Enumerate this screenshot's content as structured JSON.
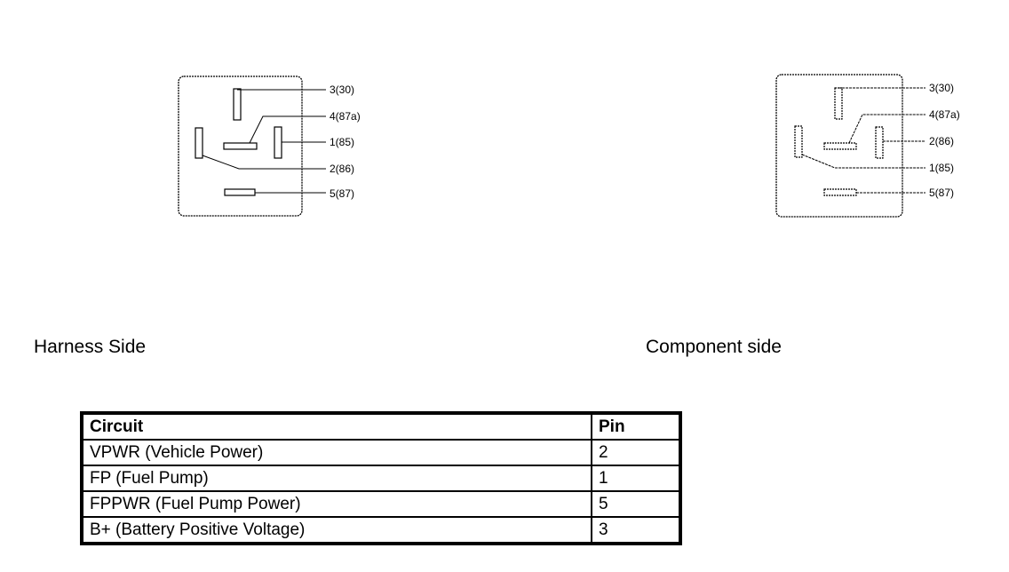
{
  "harness": {
    "caption": "Harness Side",
    "labels": [
      "3(30)",
      "4(87a)",
      "1(85)",
      "2(86)",
      "5(87)"
    ]
  },
  "component": {
    "caption": "Component side",
    "labels": [
      "3(30)",
      "4(87a)",
      "2(86)",
      "1(85)",
      "5(87)"
    ]
  },
  "table": {
    "headers": {
      "circuit": "Circuit",
      "pin": "Pin"
    },
    "rows": [
      {
        "circuit": "VPWR (Vehicle Power)",
        "pin": "2"
      },
      {
        "circuit": "FP (Fuel Pump)",
        "pin": "1"
      },
      {
        "circuit": "FPPWR (Fuel Pump Power)",
        "pin": "5"
      },
      {
        "circuit": "B+ (Battery Positive Voltage)",
        "pin": "3"
      }
    ]
  }
}
